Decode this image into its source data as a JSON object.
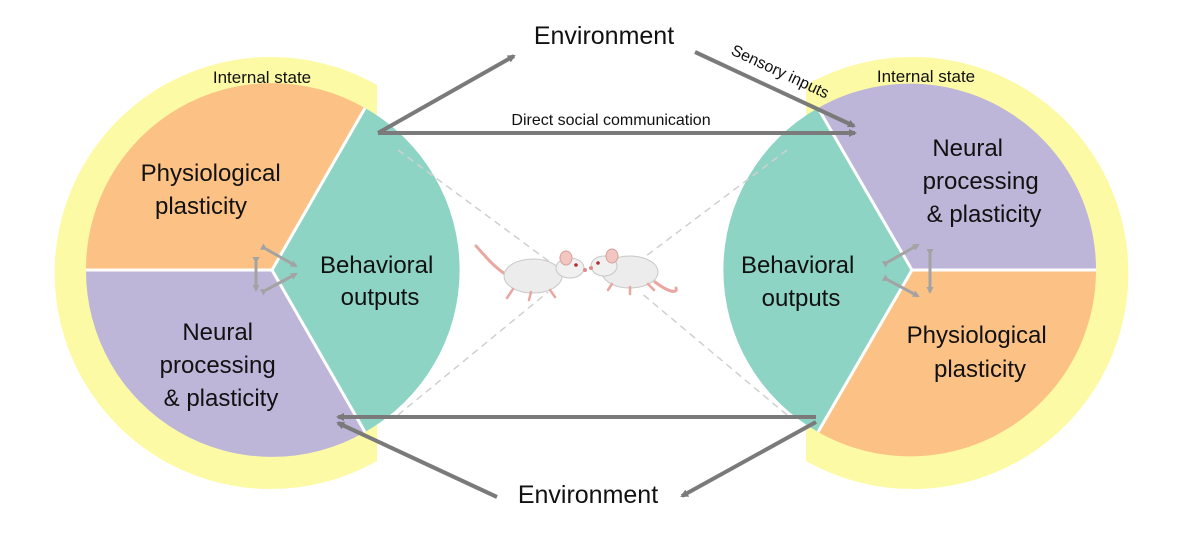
{
  "colors": {
    "internal_state": "#fdfaa6",
    "physiological": "#fcc285",
    "neural": "#bdb6d8",
    "behavioral": "#8ed4c5",
    "arrow": "#7a7a7a",
    "small_arrow": "#a3a3a3"
  },
  "left": {
    "internal_state": "Internal state",
    "physiological": [
      "Physiological",
      "plasticity"
    ],
    "neural": [
      "Neural",
      "processing",
      "& plasticity"
    ],
    "behavioral": [
      "Behavioral",
      "outputs"
    ]
  },
  "right": {
    "internal_state": "Internal state",
    "neural": [
      "Neural",
      "processing",
      "& plasticity"
    ],
    "physiological": [
      "Physiological",
      "plasticity"
    ],
    "behavioral": [
      "Behavioral",
      "outputs"
    ]
  },
  "labels": {
    "environment_top": "Environment",
    "environment_bottom": "Environment",
    "sensory_inputs": "Sensory inputs",
    "direct_social": "Direct social communication"
  },
  "icons": {
    "left_animal": "mouse-icon",
    "right_animal": "mouse-icon"
  }
}
